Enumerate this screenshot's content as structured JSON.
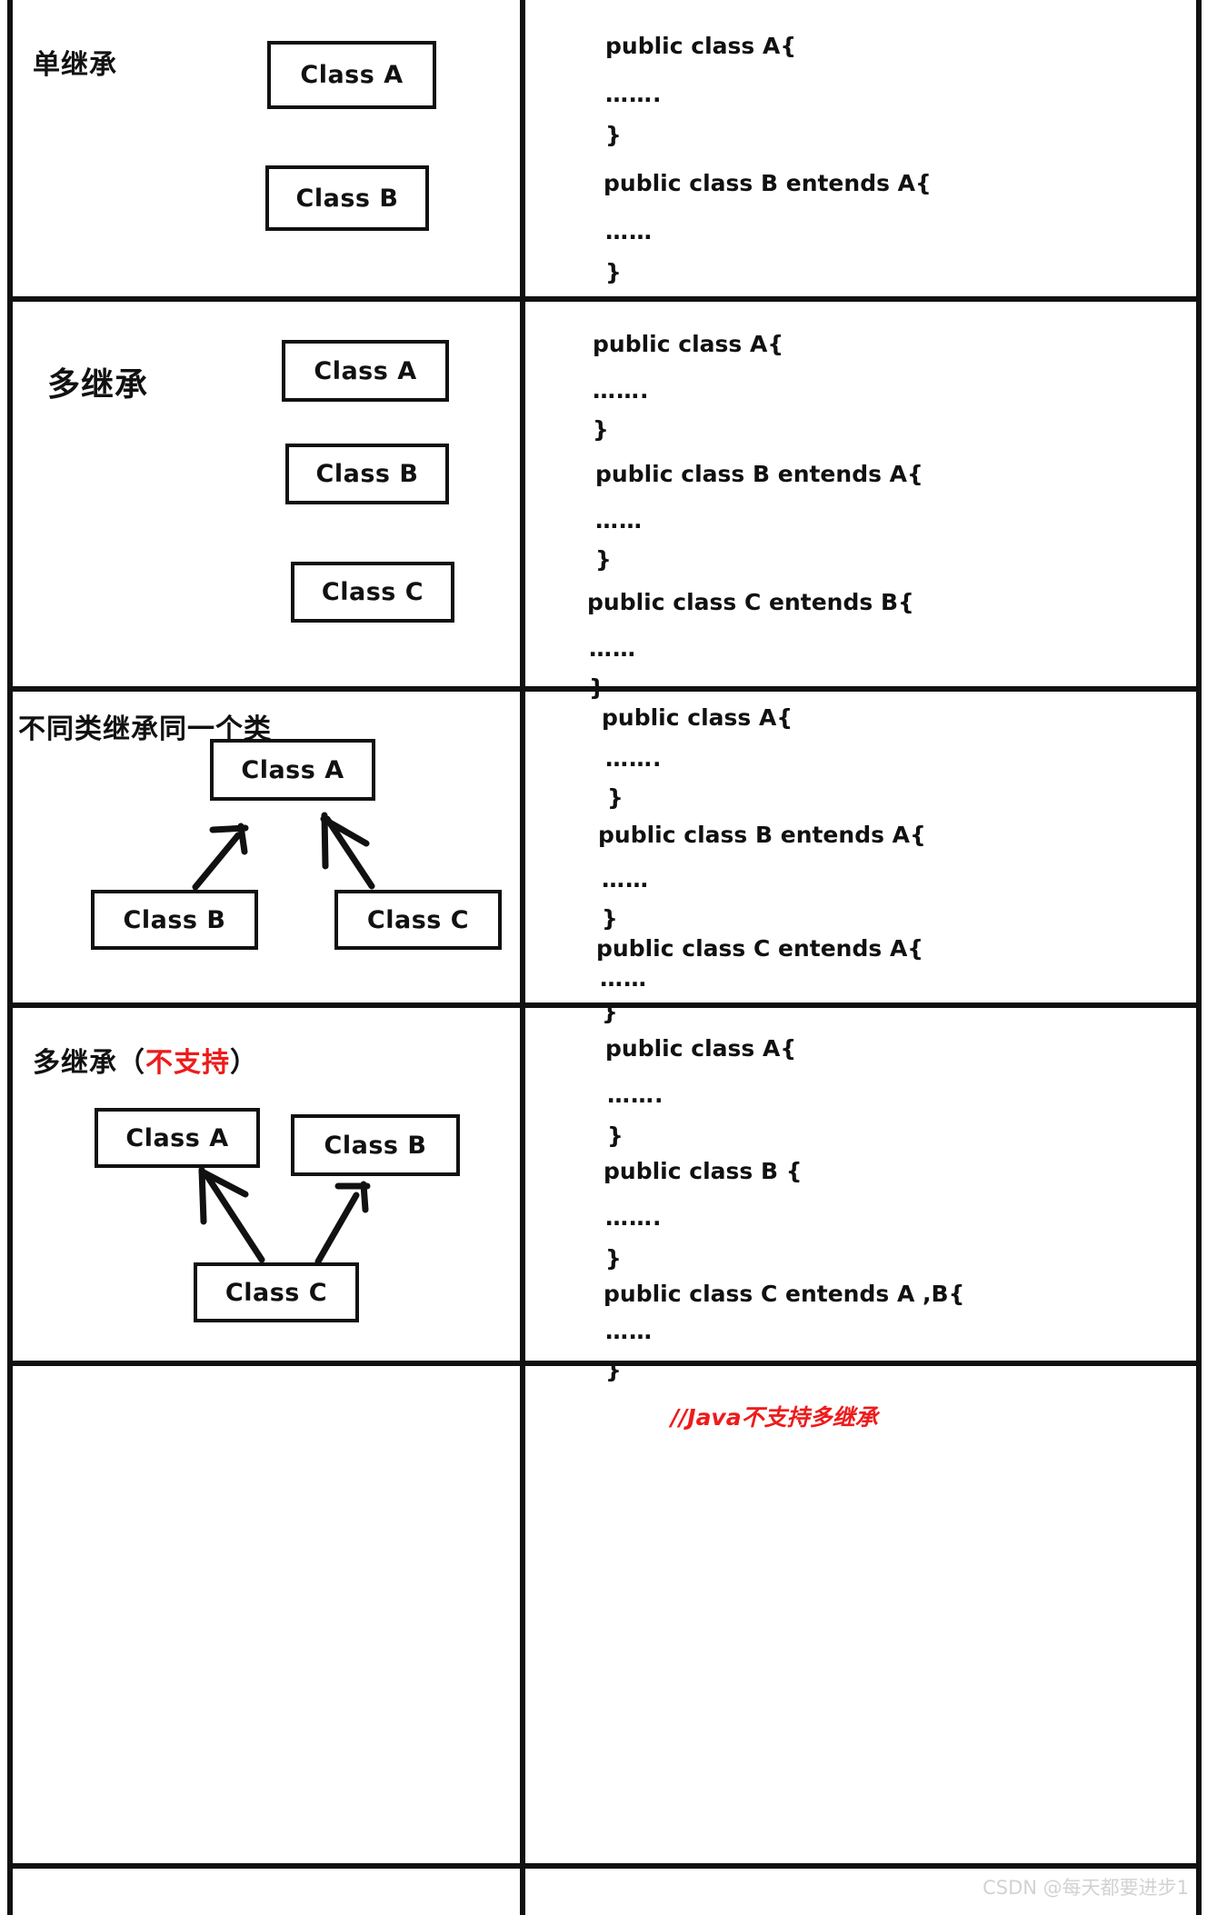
{
  "watermark": "CSDN @每天都要进步1",
  "colors": {
    "ink": "#111111",
    "red": "#ee1b1b",
    "watermark": "#d2d2d2"
  },
  "rows": [
    {
      "label": "单继承",
      "label_suffix": "",
      "diagram": {
        "boxes": [
          {
            "text": "Class A"
          },
          {
            "text": "Class  B"
          }
        ],
        "arrows": []
      },
      "code": [
        "public class A{",
        "…….",
        "}",
        "public class B entends A{",
        "……",
        "}"
      ]
    },
    {
      "label": "多继承",
      "label_suffix": "",
      "diagram": {
        "boxes": [
          {
            "text": "Class A"
          },
          {
            "text": "Class  B"
          },
          {
            "text": "Class  C"
          }
        ],
        "arrows": []
      },
      "code": [
        "public class A{",
        "…….",
        "}",
        "public class B entends A{",
        "……",
        "}",
        "public class C  entends B{",
        "……",
        "}"
      ]
    },
    {
      "label": "不同类继承同一个类",
      "label_suffix": "",
      "diagram": {
        "boxes": [
          {
            "text": "Class A"
          },
          {
            "text": "Class  B"
          },
          {
            "text": "Class  C"
          }
        ],
        "arrows": [
          {
            "from": "Class  B",
            "to": "Class A"
          },
          {
            "from": "Class  C",
            "to": "Class A"
          }
        ]
      },
      "code": [
        "public class A{",
        "…….",
        "}",
        "public class B entends A{",
        "……",
        "}",
        "public class C  entends A{",
        "……",
        "}"
      ]
    },
    {
      "label": "多继承（",
      "label_red": "不支持",
      "label_suffix": "）",
      "diagram": {
        "boxes": [
          {
            "text": "Class A"
          },
          {
            "text": "Class  B"
          },
          {
            "text": "Class  C"
          }
        ],
        "arrows": [
          {
            "from": "Class  C",
            "to": "Class A"
          },
          {
            "from": "Class  C",
            "to": "Class  B"
          }
        ]
      },
      "code": [
        "public class A{",
        "…….",
        "}",
        "public class B {",
        "…….",
        "}",
        "public class C  entends A ,B{",
        "……",
        "}"
      ],
      "code_comment": "//Java不支持多继承"
    }
  ]
}
